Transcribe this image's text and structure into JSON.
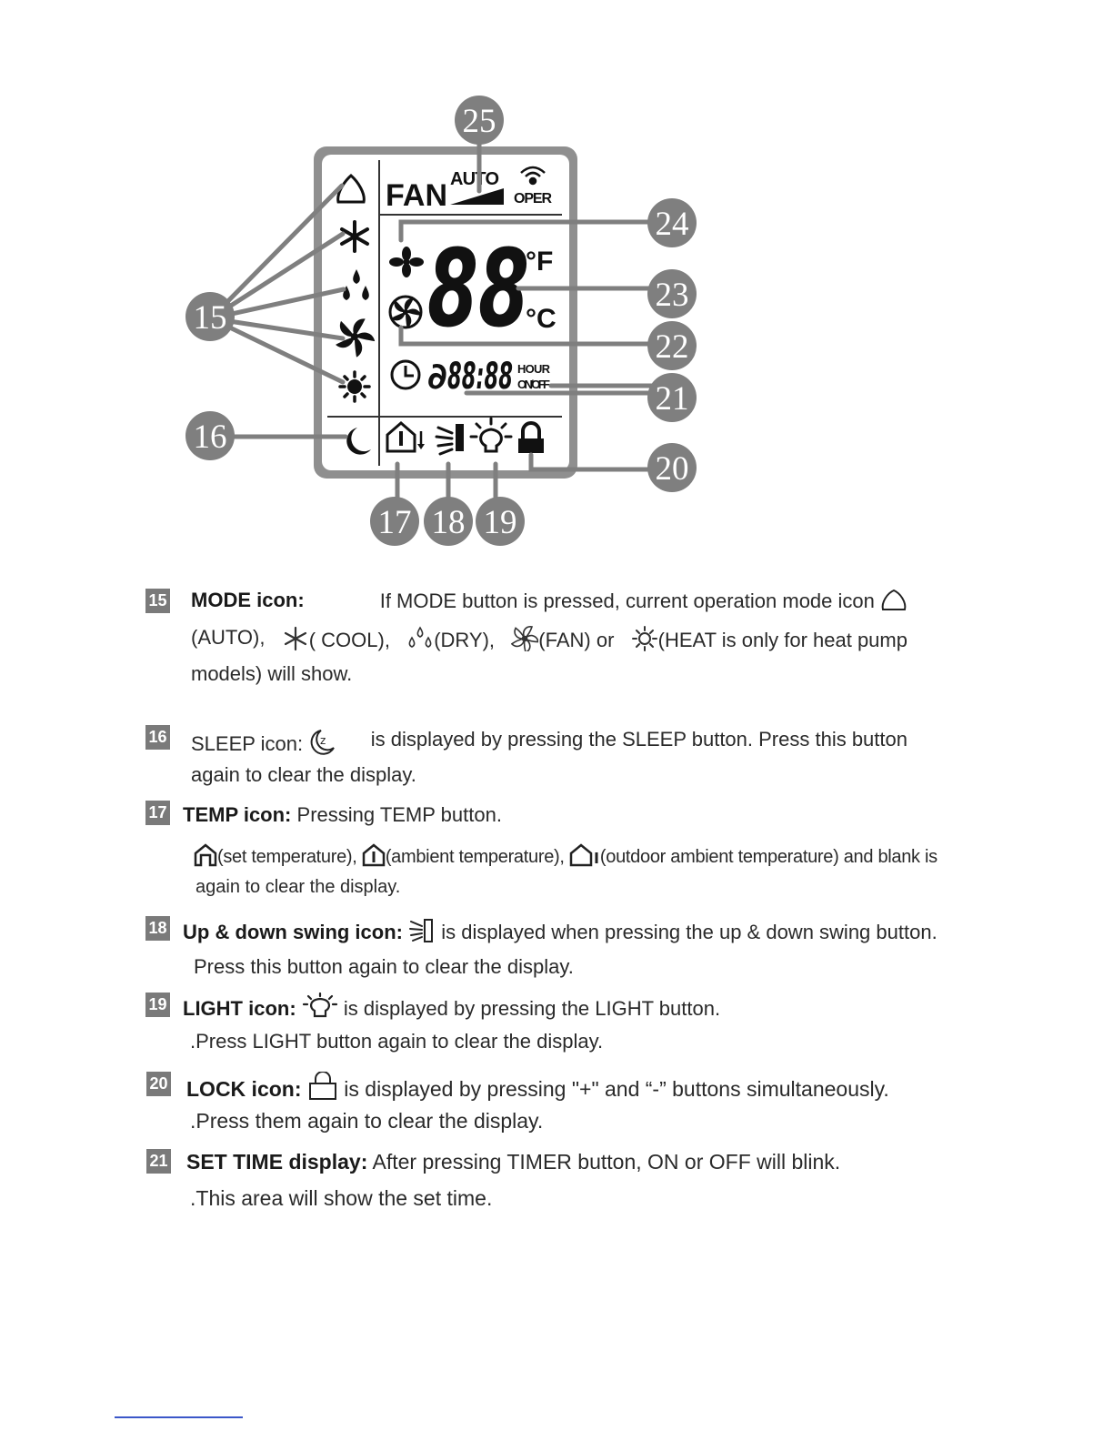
{
  "diagram": {
    "lcd": {
      "fan_label": "FAN",
      "auto_label": "AUTO",
      "oper_label": "OPER",
      "temp_digits": "88",
      "unit_f": "°F",
      "unit_c": "°C",
      "time_digits": "88:88",
      "time_prefix": "∂",
      "hour_label": "HOUR",
      "onoff_label": "ON/OFF"
    },
    "callouts": [
      "15",
      "16",
      "17",
      "18",
      "19",
      "20",
      "21",
      "22",
      "23",
      "24",
      "25"
    ]
  },
  "items": [
    {
      "badge": "15",
      "label": "MODE icon:",
      "text_a": "If MODE button is pressed, current operation mode icon",
      "auto_txt": "(AUTO),",
      "cool_txt": "( COOL),",
      "dry_txt": "(DRY),",
      "fan_txt": "(FAN) or",
      "heat_txt": "(HEAT is only for heat pump",
      "line3": "models) will show."
    },
    {
      "badge": "16",
      "label": "SLEEP icon:",
      "text_a": "is displayed by pressing the SLEEP button. Press this button",
      "line2": "again to clear the display."
    },
    {
      "badge": "17",
      "label": "TEMP icon:",
      "text_a": "Pressing TEMP button.",
      "set_txt": "(set temperature),",
      "amb_txt": "(ambient temperature),",
      "out_txt": "(outdoor ambient temperature) and blank is",
      "line3": "again to clear the display."
    },
    {
      "badge": "18",
      "label": "Up & down swing icon:",
      "text_a": "is displayed when pressing the up & down swing button.",
      "line2": "Press this button again to clear the display."
    },
    {
      "badge": "19",
      "label": "LIGHT icon:",
      "text_a": "is displayed by pressing the LIGHT button.",
      "line2": ".Press LIGHT button again to clear the display."
    },
    {
      "badge": "20",
      "label": "LOCK icon:",
      "text_a": "is displayed by pressing \"+\" and “-” buttons simultaneously.",
      "line2": ".Press them again to clear the display."
    },
    {
      "badge": "21",
      "label": "SET TIME display:",
      "text_a": "After pressing TIMER button, ON or OFF will blink.",
      "line2": ".This area will show the set time."
    }
  ]
}
